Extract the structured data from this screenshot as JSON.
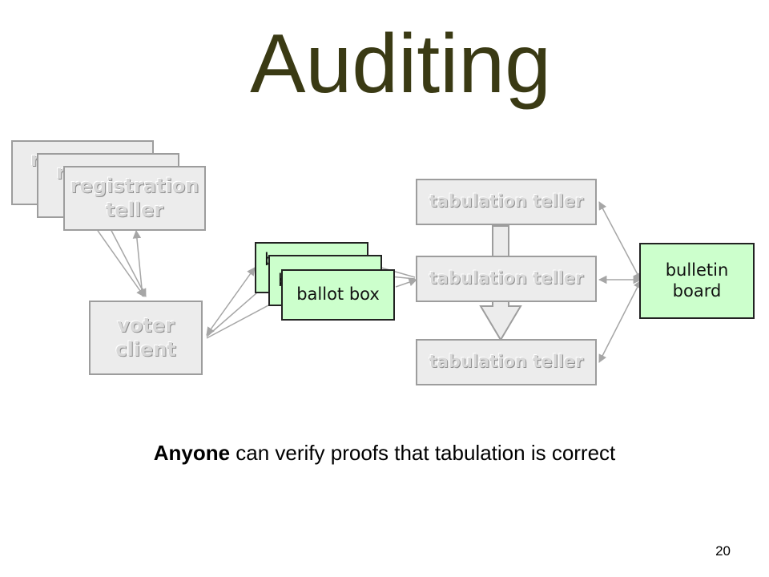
{
  "title": "Auditing",
  "registration_tellers": {
    "back_label": "r",
    "middle_label": "r",
    "front_label": "registration\nteller"
  },
  "voter_client": {
    "label": "voter\nclient"
  },
  "ballot_boxes": {
    "back_label": "b",
    "middle_label": "b",
    "front_label": "ballot box"
  },
  "tabulation_tellers": [
    {
      "label": "tabulation teller"
    },
    {
      "label": "tabulation teller"
    },
    {
      "label": "tabulation teller"
    }
  ],
  "bulletin_board": {
    "label": "bulletin\nboard"
  },
  "caption": {
    "bold": "Anyone",
    "rest": " can verify proofs that tabulation is correct"
  },
  "page_number": "20",
  "colors": {
    "title": "#3a3a14",
    "gray_fill": "#ececec",
    "gray_border": "#9d9d9d",
    "green_fill": "#ccffcc",
    "arrow": "#a6a6a6"
  }
}
